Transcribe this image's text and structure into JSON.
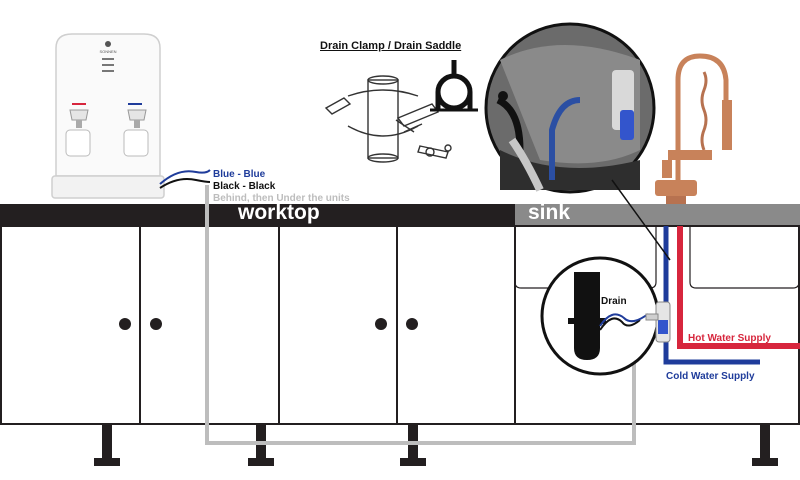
{
  "title": "Drain Clamp / Drain Saddle",
  "worktop_label": "worktop",
  "sink_label": "sink",
  "connections": {
    "blue": "Blue - Blue",
    "black": "Black - Black",
    "route": "Behind, then Under the units"
  },
  "drain_label": "Drain",
  "hot_label": "Hot Water Supply",
  "cold_label": "Cold Water Supply",
  "brand_text": "SONNEN",
  "colors": {
    "worktop": "#231f20",
    "sink_bar": "#8a8a8a",
    "hot": "#d7263d",
    "cold": "#1f3c9b",
    "route_pipe": "#bdbdbd",
    "connection_blue": "#1f3c9b",
    "copper": "#c8825a"
  }
}
